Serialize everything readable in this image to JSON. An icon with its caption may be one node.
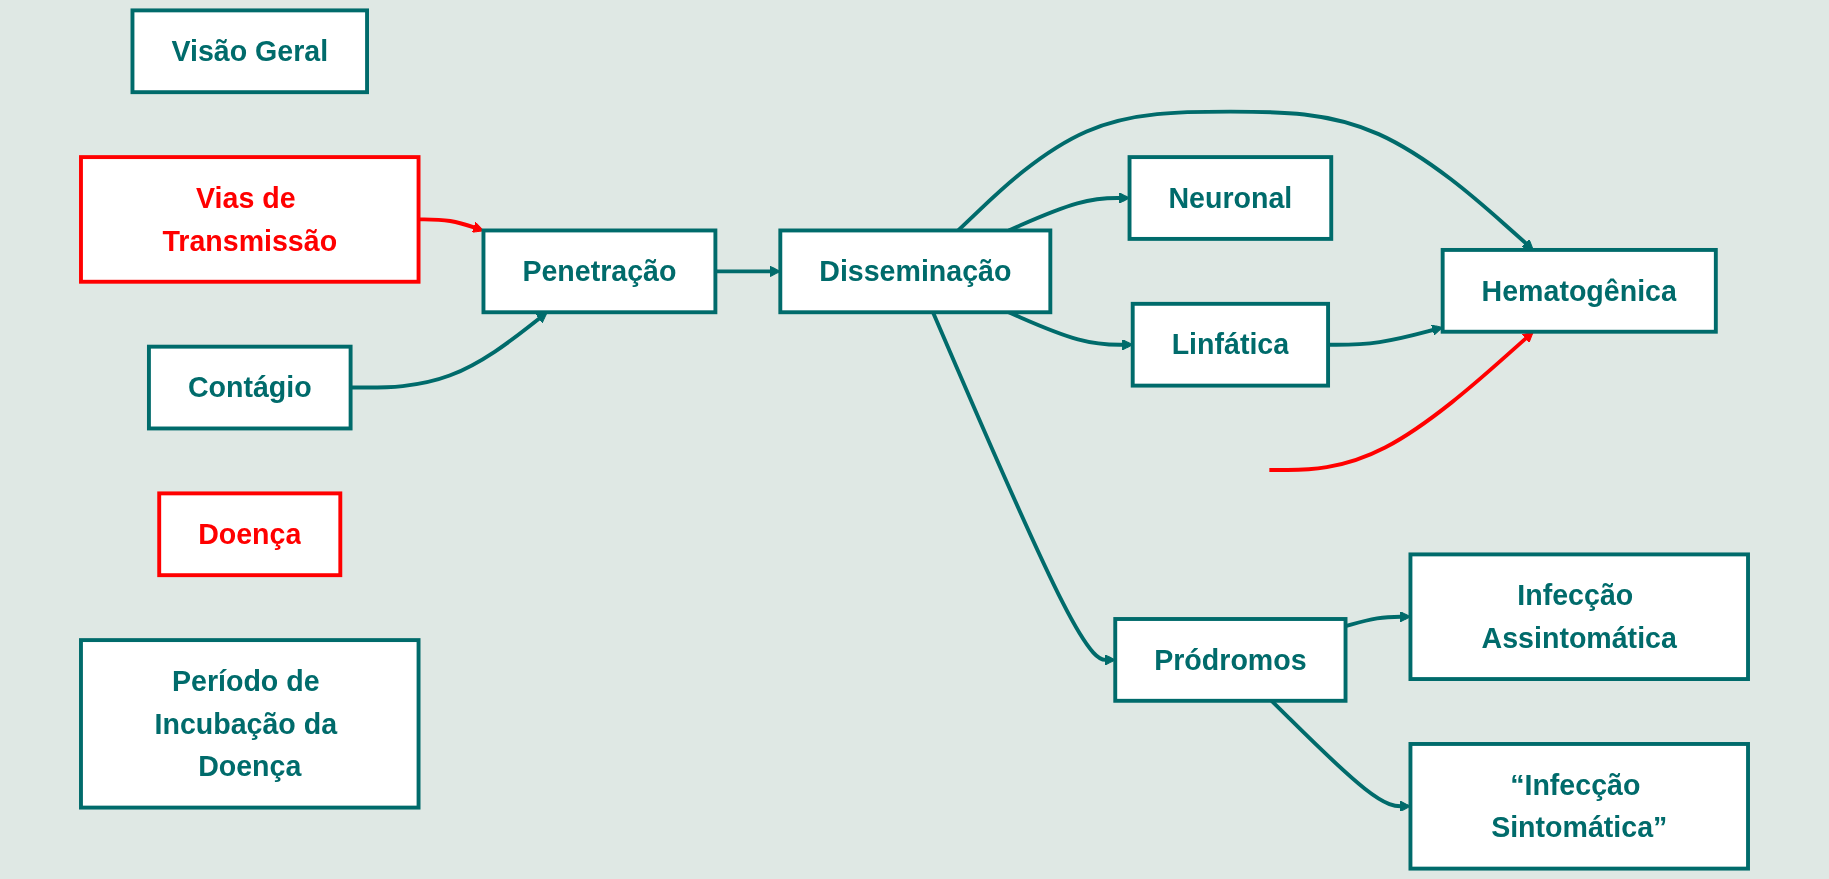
{
  "diagram": {
    "nodes": [
      {
        "text": [
          "Visão Geral"
        ]
      },
      {
        "text": [
          "Vias de Transmissão"
        ]
      },
      {
        "text": [
          "Contágio"
        ]
      },
      {
        "text": [
          "Penetração"
        ]
      },
      {
        "text": [
          "Disseminação"
        ]
      },
      {
        "text": [
          "Linfática"
        ]
      },
      {
        "text": [
          "Hematogênica"
        ]
      },
      {
        "text": [
          "Neuronal"
        ]
      },
      {
        "text": [
          "Infecção Assintomática"
        ]
      },
      {
        "text": [
          "Pródromos"
        ]
      },
      {
        "text": [
          "“Infecção Sintomática”"
        ]
      },
      {
        "text": [
          "Doença"
        ]
      },
      {
        "text": [
          "Período de Incubação da Doença"
        ]
      }
    ],
    "edges": [
      {
        "from": 1,
        "to": 3,
        "arrow": "to",
        "color": "#ff0000"
      },
      {
        "from": 2,
        "to": 3,
        "arrow": "to"
      },
      {
        "from": 3,
        "to": 4,
        "arrow": "to"
      },
      {
        "from": 4,
        "to": 5,
        "arrow": "to"
      },
      {
        "from": 4,
        "to": 6,
        "arrow": "to"
      },
      {
        "from": 4,
        "to": 7,
        "arrow": "to"
      },
      {
        "from": 5,
        "to": 6,
        "arrow": "to"
      },
      {
        "from": null,
        "to": 6,
        "arrow": "to",
        "color": "#ff0000"
      },
      {
        "from": 4,
        "to": 9,
        "arrow": "to"
      },
      {
        "from": 9,
        "to": 8,
        "arrow": "to"
      },
      {
        "from": 9,
        "to": 10,
        "arrow": "to"
      }
    ]
  }
}
